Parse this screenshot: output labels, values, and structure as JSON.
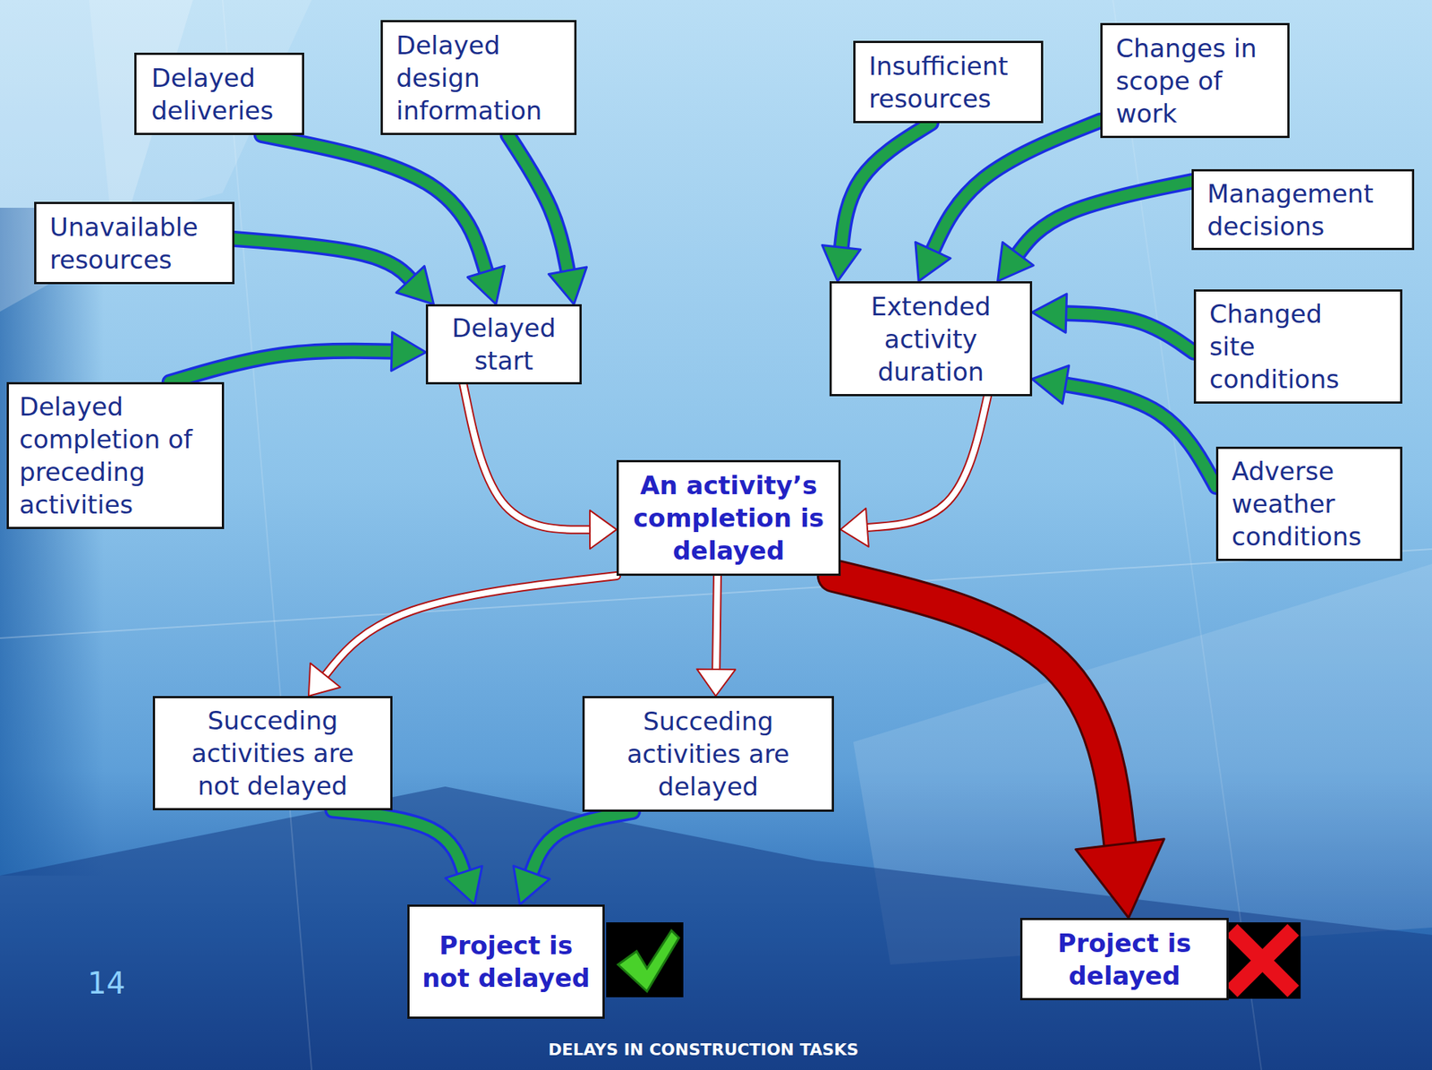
{
  "diagram": {
    "caption": "DELAYS IN CONSTRUCTION TASKS",
    "nodes": [
      {
        "text": [
          "Delayed deliveries"
        ]
      },
      {
        "text": [
          "Delayed design information"
        ]
      },
      {
        "text": [
          "Insufficient resources"
        ]
      },
      {
        "text": [
          "Changes in scope of work"
        ]
      },
      {
        "text": [
          "Management decisions"
        ]
      },
      {
        "text": [
          "Unavailable resources"
        ]
      },
      {
        "text": [
          "Delayed start"
        ]
      },
      {
        "text": [
          "Extended activity duration"
        ]
      },
      {
        "text": [
          "Changed site conditions"
        ]
      },
      {
        "text": [
          "Delayed completion of preceding activities"
        ]
      },
      {
        "text": [
          "An activity’s completion is delayed"
        ]
      },
      {
        "text": [
          "Adverse weather conditions"
        ]
      },
      {
        "text": [
          "Succeding activities are not delayed"
        ]
      },
      {
        "text": [
          "Succeding activities are delayed"
        ]
      },
      {
        "text": [
          "Project is not delayed"
        ]
      },
      {
        "text": [
          "Project is delayed"
        ]
      }
    ],
    "edges": [
      {
        "from": 0,
        "to": 6,
        "arrow": "to"
      },
      {
        "from": 1,
        "to": 6,
        "arrow": "to"
      },
      {
        "from": 5,
        "to": 6,
        "arrow": "to"
      },
      {
        "from": 9,
        "to": 6,
        "arrow": "to"
      },
      {
        "from": 2,
        "to": 7,
        "arrow": "to"
      },
      {
        "from": 3,
        "to": 7,
        "arrow": "to"
      },
      {
        "from": 4,
        "to": 7,
        "arrow": "to"
      },
      {
        "from": 8,
        "to": 7,
        "arrow": "to"
      },
      {
        "from": 11,
        "to": 7,
        "arrow": "to"
      },
      {
        "from": 6,
        "to": 10,
        "arrow": "to"
      },
      {
        "from": 7,
        "to": 10,
        "arrow": "to"
      },
      {
        "from": 10,
        "to": 12,
        "arrow": "to"
      },
      {
        "from": 10,
        "to": 13,
        "arrow": "to"
      },
      {
        "from": 10,
        "to": 15,
        "arrow": "to"
      },
      {
        "from": 12,
        "to": 14,
        "arrow": "to"
      },
      {
        "from": 13,
        "to": 14,
        "arrow": "to"
      }
    ],
    "labels": [
      "14"
    ]
  }
}
